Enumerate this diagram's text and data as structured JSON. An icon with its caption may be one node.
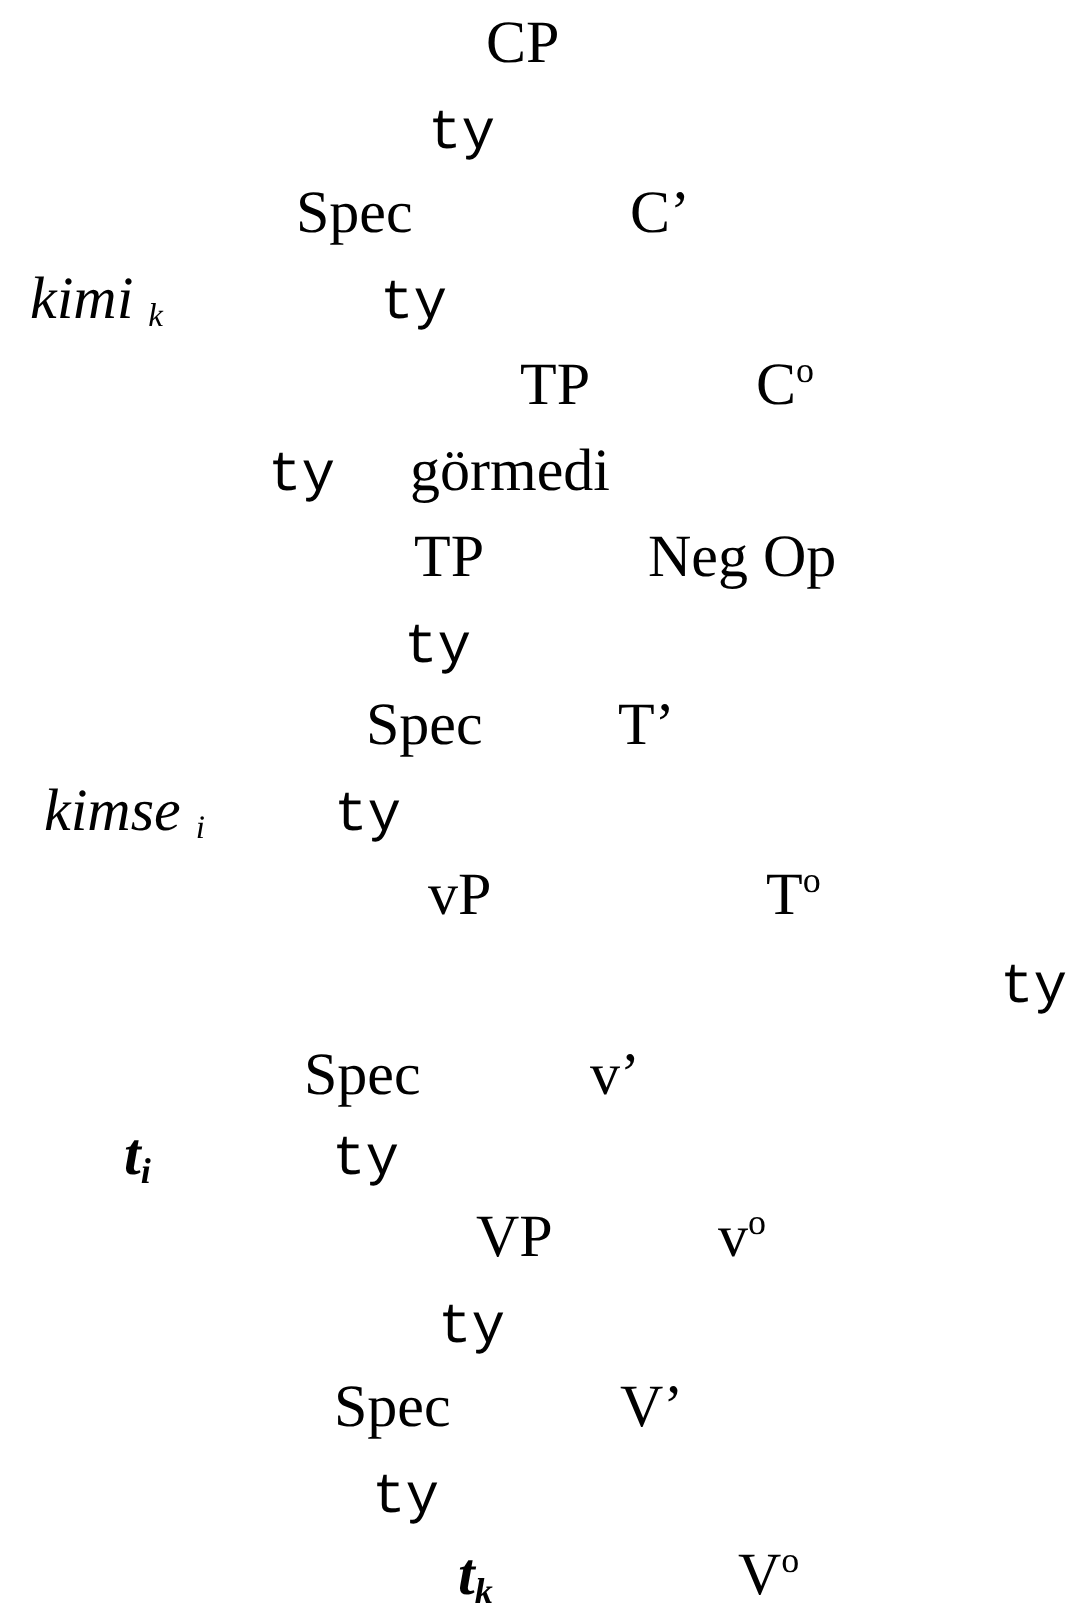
{
  "diagram": {
    "labels": [
      "CP",
      "ty",
      "Spec",
      "C’",
      "kimi $_{k}$",
      "ty",
      "TP",
      "C$^{o}$",
      "ty",
      "görmedi",
      "TP",
      "Neg Op",
      "ty",
      "Spec",
      "T’",
      "kimse $_{i}$",
      "ty",
      "vP",
      "T$^{o}$",
      "ty",
      "Spec",
      "v’",
      "t$_{i}$",
      "ty",
      "VP",
      "v$^{o}$",
      "ty",
      "Spec",
      "V’",
      "ty",
      "t$_{k}$",
      "V$^{o}$"
    ]
  }
}
